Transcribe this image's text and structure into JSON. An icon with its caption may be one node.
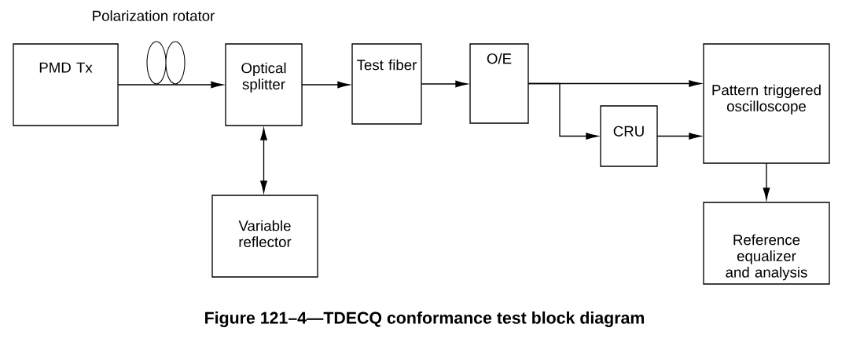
{
  "diagram": {
    "caption": "Figure 121–4—TDECQ conformance test block diagram",
    "nodes": [
      {
        "text": [
          "PMD Tx"
        ]
      },
      {
        "text": [
          "Optical splitter"
        ]
      },
      {
        "text": [
          "Test fiber"
        ]
      },
      {
        "text": [
          "O/E"
        ]
      },
      {
        "text": [
          "CRU"
        ]
      },
      {
        "text": [
          "Pattern triggered oscilloscope"
        ]
      },
      {
        "text": [
          "Variable reflector"
        ]
      },
      {
        "text": [
          "Reference equalizer and analysis"
        ]
      }
    ],
    "edges": [
      {
        "from": 0,
        "to": 1,
        "arrow": "to"
      },
      {
        "from": 1,
        "to": 2,
        "arrow": "to"
      },
      {
        "from": 2,
        "to": 3,
        "arrow": "to"
      },
      {
        "from": 3,
        "to": 5,
        "arrow": "to"
      },
      {
        "from": 3,
        "to": 4,
        "arrow": "to"
      },
      {
        "from": 4,
        "to": 5,
        "arrow": "to"
      },
      {
        "from": 1,
        "to": 6,
        "arrow": "both"
      },
      {
        "from": 5,
        "to": 7,
        "arrow": "to"
      }
    ],
    "labels": [
      "Polarization rotator"
    ]
  }
}
